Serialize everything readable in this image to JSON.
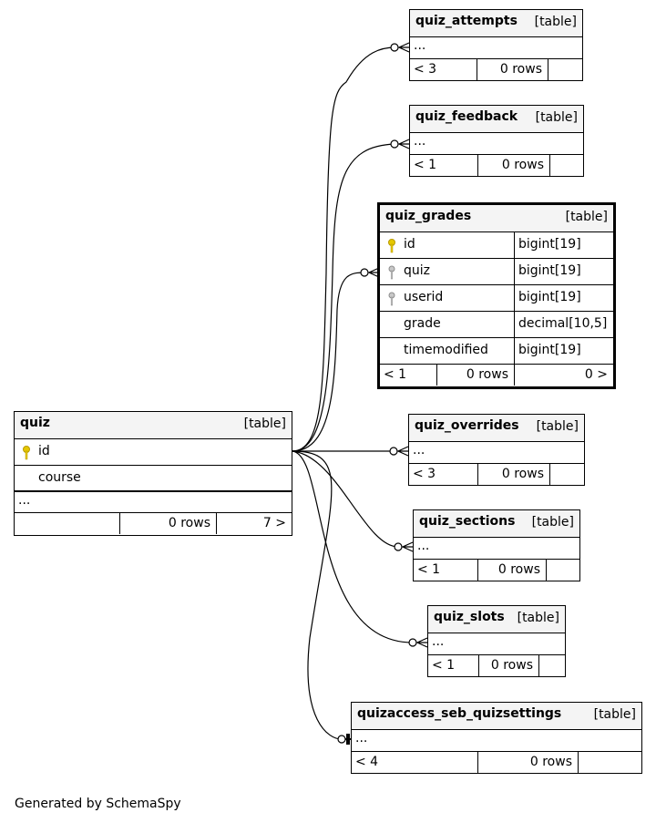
{
  "tables": {
    "quiz_attempts": {
      "name": "quiz_attempts",
      "kind": "[table]",
      "more": "...",
      "prev": "< 3",
      "rows": "0 rows"
    },
    "quiz_feedback": {
      "name": "quiz_feedback",
      "kind": "[table]",
      "more": "...",
      "prev": "< 1",
      "rows": "0 rows"
    },
    "quiz_grades": {
      "name": "quiz_grades",
      "kind": "[table]",
      "columns": [
        {
          "name": "id",
          "type": "bigint[19]",
          "key": "primary"
        },
        {
          "name": "quiz",
          "type": "bigint[19]",
          "key": "foreign"
        },
        {
          "name": "userid",
          "type": "bigint[19]",
          "key": "foreign"
        },
        {
          "name": "grade",
          "type": "decimal[10,5]",
          "key": "none"
        },
        {
          "name": "timemodified",
          "type": "bigint[19]",
          "key": "none"
        }
      ],
      "prev": "< 1",
      "rows": "0 rows",
      "next": "0 >"
    },
    "quiz": {
      "name": "quiz",
      "kind": "[table]",
      "columns": [
        {
          "name": "id",
          "key": "primary"
        },
        {
          "name": "course",
          "key": "none"
        }
      ],
      "more": "...",
      "prev": "",
      "rows": "0 rows",
      "next": "7 >"
    },
    "quiz_overrides": {
      "name": "quiz_overrides",
      "kind": "[table]",
      "more": "...",
      "prev": "< 3",
      "rows": "0 rows"
    },
    "quiz_sections": {
      "name": "quiz_sections",
      "kind": "[table]",
      "more": "...",
      "prev": "< 1",
      "rows": "0 rows"
    },
    "quiz_slots": {
      "name": "quiz_slots",
      "kind": "[table]",
      "more": "...",
      "prev": "< 1",
      "rows": "0 rows"
    },
    "quizaccess_seb_quizsettings": {
      "name": "quizaccess_seb_quizsettings",
      "kind": "[table]",
      "more": "...",
      "prev": "< 4",
      "rows": "0 rows"
    }
  },
  "colors": {
    "primary_key": "#e6c800",
    "foreign_key": "#a8a8a8",
    "header_bg": "#f4f4f4"
  },
  "icons": {
    "primary_key": "key-icon",
    "foreign_key": "foreign-key-icon"
  },
  "footer": "Generated by SchemaSpy"
}
